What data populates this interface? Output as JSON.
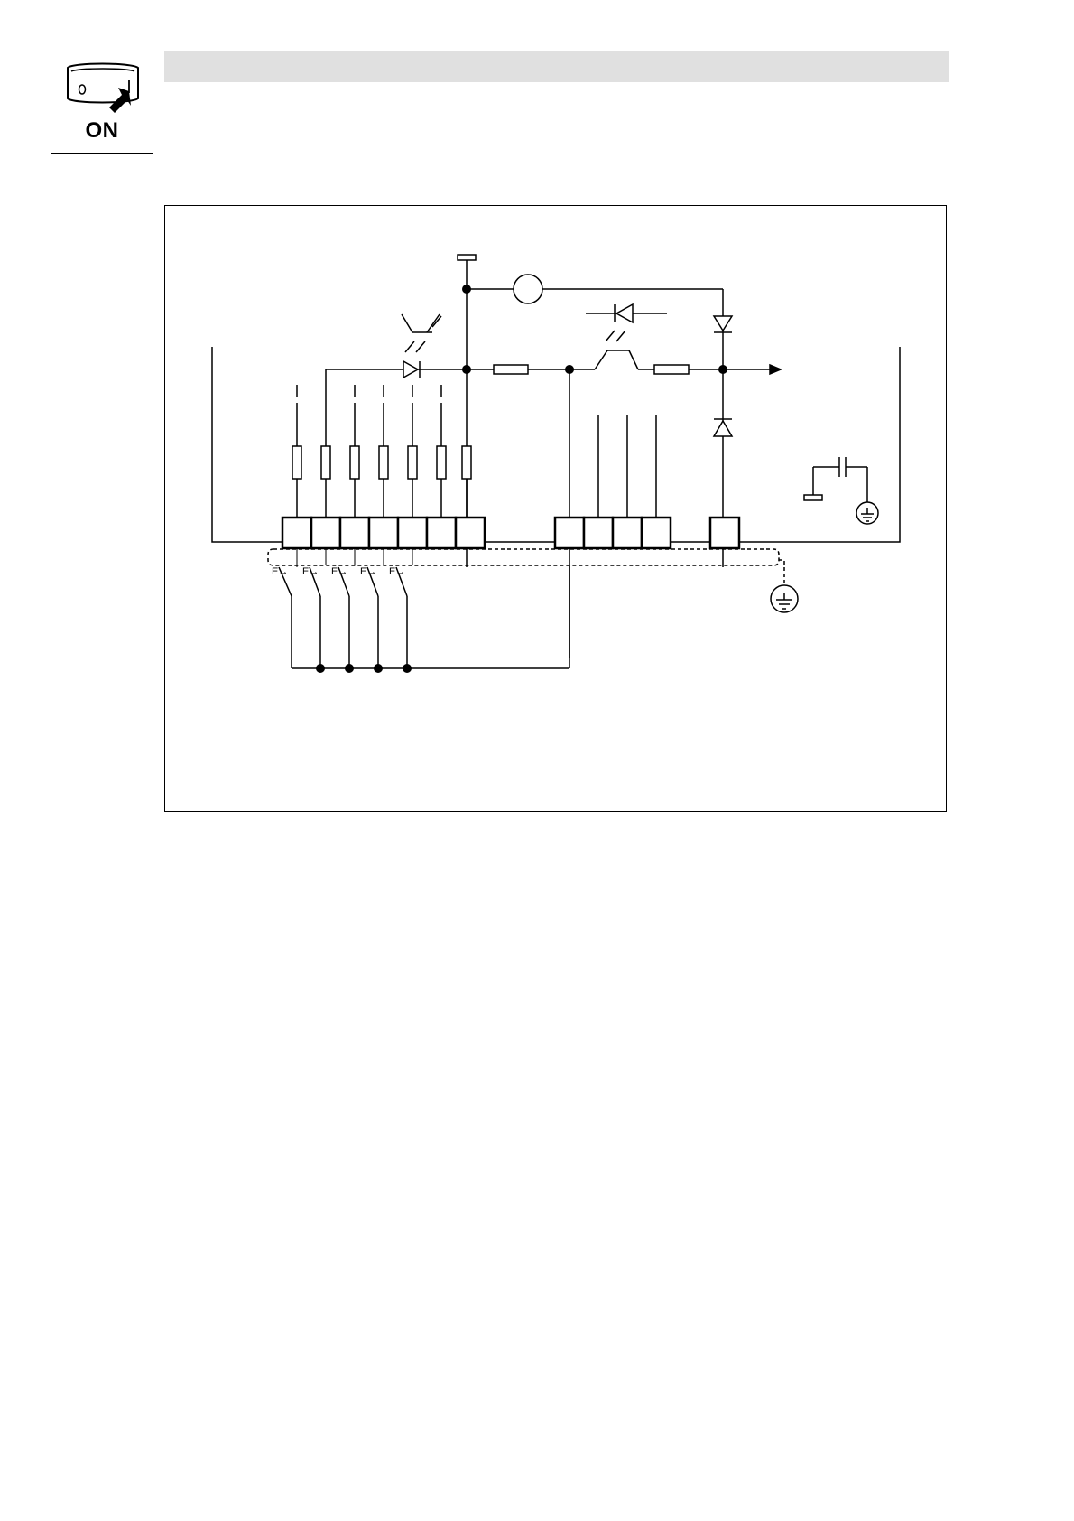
{
  "badge": {
    "label": "ON",
    "icon": "power-switch-icon"
  },
  "header_bar": {
    "color": "#e0e0e0"
  },
  "diagram": {
    "switch_label": "E→",
    "terminal_groups": [
      {
        "name": "input-terminals",
        "count": 7
      },
      {
        "name": "output-terminals",
        "count": 4
      },
      {
        "name": "single-terminal",
        "count": 1
      }
    ],
    "input_switch_count": 5
  }
}
